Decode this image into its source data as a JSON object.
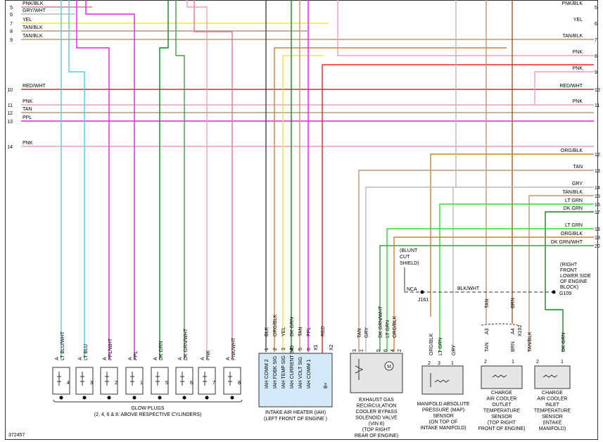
{
  "colors": {
    "pnk": "#f4a0b4",
    "pnk_blk": "#d77a94",
    "gry": "#b8b8b8",
    "yel": "#f2ec1a",
    "tan": "#b89a70",
    "red": "#e52424",
    "ppl": "#e41fe4",
    "lt_blu": "#3ad7f0",
    "dk_grn": "#0b8a1a",
    "lt_grn": "#39d239",
    "org_blk": "#c8843a",
    "blk": "#444444",
    "brn": "#9a5a2a",
    "org": "#e07a18",
    "dk_grn_wht": "#4c9a4c"
  },
  "left_lines": [
    {
      "num": "5",
      "label": "PNK/BLK",
      "color": "pnk_blk"
    },
    {
      "num": "6",
      "label": "GRY/WHT",
      "color": "gry"
    },
    {
      "num": "7",
      "label": "YEL",
      "color": "yel"
    },
    {
      "num": "8",
      "label": "TAN/BLK",
      "color": "tan"
    },
    {
      "num": "9",
      "label": "TAN/BLK",
      "color": "tan"
    },
    {
      "num": "10",
      "label": "RED/WHT",
      "color": "red"
    },
    {
      "num": "11",
      "label": "PNK",
      "color": "pnk"
    },
    {
      "num": "12",
      "label": "TAN",
      "color": "tan"
    },
    {
      "num": "13",
      "label": "PPL",
      "color": "ppl"
    },
    {
      "num": "14",
      "label": "PNK",
      "color": "pnk"
    }
  ],
  "right_lines": [
    {
      "num": "5",
      "label": "PNK/BLK"
    },
    {
      "num": "6",
      "label": "YEL"
    },
    {
      "num": "7",
      "label": "TAN/BLK"
    },
    {
      "num": "8",
      "label": "PNK"
    },
    {
      "num": "9",
      "label": "PNK"
    },
    {
      "num": "10",
      "label": "RED/WHT"
    },
    {
      "num": "11",
      "label": "PNK"
    },
    {
      "num": "12",
      "label": "ORG/BLK"
    },
    {
      "num": "13",
      "label": "TAN"
    },
    {
      "num": "14",
      "label": "GRY"
    },
    {
      "num": "15",
      "label": "TAN/BLK"
    },
    {
      "num": "16",
      "label": "LT GRN"
    },
    {
      "num": "17",
      "label": "DK GRN"
    },
    {
      "num": "18",
      "label": "LT GRN"
    },
    {
      "num": "19",
      "label": "ORG/BLK"
    },
    {
      "num": "20",
      "label": "DK GRN/WHT"
    }
  ],
  "glow_plugs": {
    "wires": [
      "LT BLU/WHT",
      "LT BLU",
      "PPL/WHT",
      "PPL",
      "DK GRN",
      "DK GRN/WHT",
      "PNK",
      "PNK/WHT"
    ],
    "pin": "A",
    "numbers": [
      "4",
      "3",
      "2",
      "1",
      "5",
      "6",
      "7",
      "8"
    ],
    "caption_1": "GLOW PLUGS",
    "caption_2": "(2, 4, 6 & 8: ABOVE RESPECTIVE CYLINDERS)"
  },
  "iah": {
    "wires": [
      "BLK",
      "ORG/BLK",
      "YEL",
      "DK GRN",
      "TAN",
      "PPL",
      "RED"
    ],
    "pins": [
      "1",
      "2",
      "3",
      "4",
      "5",
      "6",
      "X1",
      "X2"
    ],
    "signals": [
      "IAH COMM 2",
      "IAH FDBK SIG",
      "IAH TEMP SIG",
      "IAH CURRENT SIG",
      "IAH VOLT SIG",
      "IAH COMM 1",
      "B+"
    ],
    "caption_1": "INTAKE AIR HEATER (IAH)",
    "caption_2": "(LEFT FRONT OF ENGINE )"
  },
  "egr": {
    "wires": [
      "TAN",
      "GRY",
      "DK GRN/WHT",
      "LT GRN",
      "ORG/BLK"
    ],
    "pins": [
      "3",
      "1",
      "5",
      "6",
      "4",
      "2"
    ],
    "motor": "M",
    "caption": [
      "EXHAUST GAS",
      "RECIRCULATION",
      "COOLER BYPASS",
      "SOLENOID VALVE",
      "(VIN 8)",
      "(TOP RIGHT",
      "REAR OF ENGINE)"
    ]
  },
  "splice": {
    "note": [
      "(BLUNT",
      "CUT",
      "SHIELD)"
    ],
    "nca": "NCA",
    "label": "J161",
    "wire": "BLK/WHT",
    "ground": "G109",
    "ground_note": [
      "(RIGHT",
      "FRONT",
      "LOWER SIDE",
      "OF ENGINE",
      "BLOCK)"
    ]
  },
  "map": {
    "wires": [
      "ORG/BLK",
      "LT GRN",
      "GRY"
    ],
    "pins": [
      "2",
      "3",
      "1"
    ],
    "caption": [
      "MANIFOLD ABSOLUTE",
      "PRESSURE (MAP)",
      "SENSOR",
      "(ON TOP OF",
      "INTAKE MANIFOLD)"
    ]
  },
  "cac_out": {
    "upper_wires": [
      "TAN",
      "BRN"
    ],
    "conn": [
      "A3",
      "A4",
      "X102"
    ],
    "wires": [
      "TAN",
      "BRN"
    ],
    "pins": [
      "2",
      "1"
    ],
    "caption": [
      "CHARGE",
      "AIR COOLER",
      "OUTLET",
      "TEMPERATURE",
      "SENSOR",
      "(TOP RIGHT",
      "FRONT OF ENGINE)"
    ]
  },
  "cac_in": {
    "wires": [
      "TAN/BLK",
      "DK GRN"
    ],
    "pins": [
      "2",
      "1"
    ],
    "caption": [
      "CHARGE",
      "AIR COOLER",
      "INLET",
      "TEMPERATURE",
      "SENSOR",
      "(INTAKE",
      "MANIFOLD)"
    ]
  },
  "figure_id": "372457"
}
